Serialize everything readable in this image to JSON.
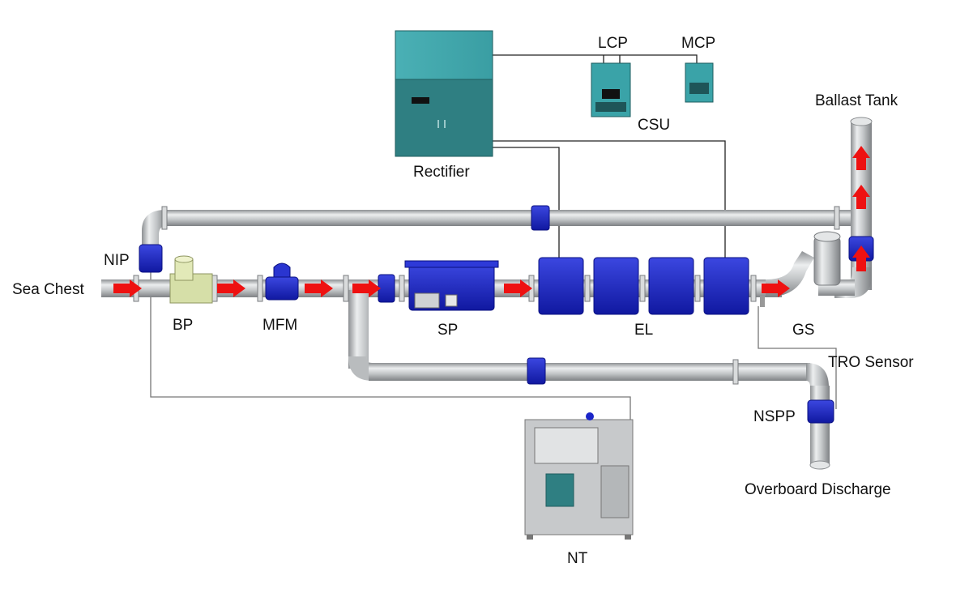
{
  "labels": {
    "rectifier": "Rectifier",
    "lcp": "LCP",
    "mcp": "MCP",
    "csu": "CSU",
    "ballast_tank": "Ballast Tank",
    "nip": "NIP",
    "sea_chest": "Sea Chest",
    "bp": "BP",
    "mfm": "MFM",
    "sp": "SP",
    "el": "EL",
    "gs": "GS",
    "tro_sensor": "TRO Sensor",
    "nspp": "NSPP",
    "overboard_discharge": "Overboard Discharge",
    "nt": "NT"
  },
  "colors": {
    "pipe": "#c9ccce",
    "pipe_edge": "#8a8d90",
    "valve_blue": "#1a25c8",
    "teal_panel": "#3aa3a8",
    "teal_dark": "#2f7f82",
    "flow_arrow": "#ee1111",
    "signal_line": "#222222",
    "bp_body": "#d6dfa8"
  }
}
